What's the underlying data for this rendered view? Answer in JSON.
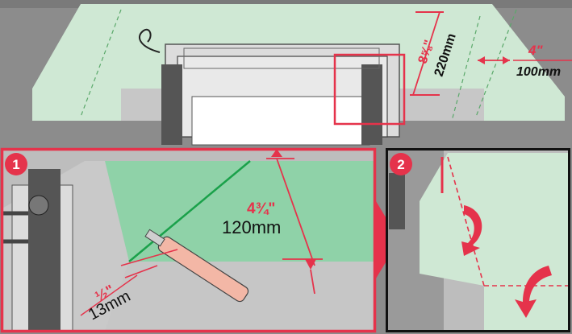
{
  "steps": {
    "step1": {
      "number": "1"
    },
    "step2": {
      "number": "2"
    }
  },
  "dimensions": {
    "top_depth": {
      "imperial": "8⅝\"",
      "metric": "220mm"
    },
    "side_overlap": {
      "imperial": "4\"",
      "metric": "100mm"
    },
    "cut_height": {
      "imperial": "4¾\"",
      "metric": "120mm"
    },
    "corner_offset": {
      "imperial": "½\"",
      "metric": "13mm"
    }
  },
  "colors": {
    "membrane": "#cfe8d4",
    "membrane_dark": "#8fd2a8",
    "accent": "#e5334b",
    "roof": "#8c8c8c",
    "frame": "#c4c4c4",
    "sash": "#555555"
  },
  "icons": [
    "utility-knife-icon",
    "fold-arrow-icon",
    "callout-arrow-icon"
  ]
}
